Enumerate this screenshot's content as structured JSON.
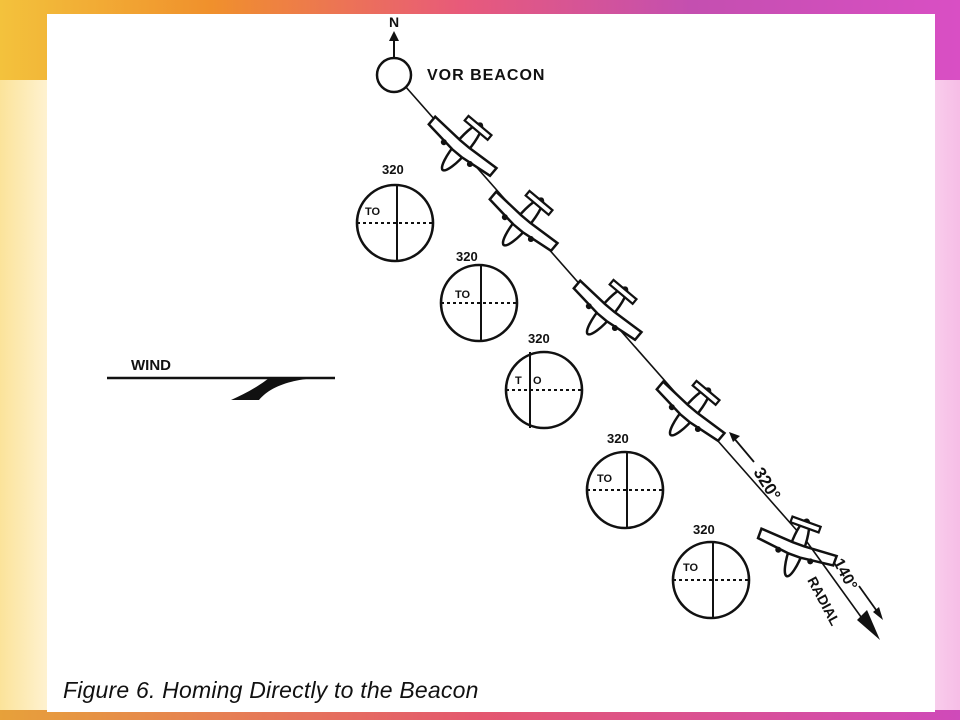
{
  "figure": {
    "caption": "Figure 6. Homing Directly to the Beacon",
    "north_label": "N",
    "beacon_label": "VOR BEACON",
    "wind_label": "WIND",
    "course_label": "320°",
    "radial_value_label": "140°",
    "radial_word_label": "RADIAL"
  },
  "indicators": [
    {
      "course": "320",
      "flag": "TO"
    },
    {
      "course": "320",
      "flag": "TO"
    },
    {
      "course": "320",
      "flag_t": "T",
      "flag_o": "O"
    },
    {
      "course": "320",
      "flag": "TO"
    },
    {
      "course": "320",
      "flag": "TO"
    }
  ],
  "colors": {
    "ink": "#111111",
    "paper": "#ffffff"
  }
}
